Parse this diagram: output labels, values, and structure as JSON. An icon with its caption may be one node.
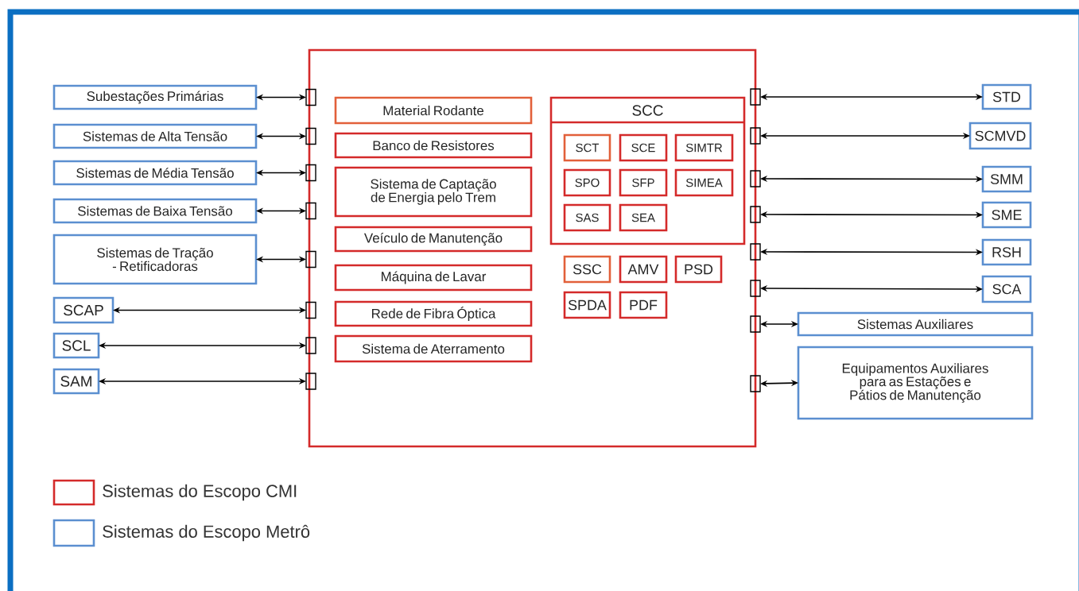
{
  "diagram": {
    "nodes": [
      {
        "text": [],
        "shape": "box"
      },
      {
        "text": [
          "Subestações Primárias"
        ]
      },
      {
        "text": [
          "Sistemas de Alta Tensão"
        ]
      },
      {
        "text": [
          "Sistemas de Média Tensão"
        ]
      },
      {
        "text": [
          "Sistemas de Baixa Tensão"
        ]
      },
      {
        "text": [
          "Sistemas de Tração - Retificadoras"
        ]
      },
      {
        "text": [
          "SCAP"
        ]
      },
      {
        "text": [
          "SCL"
        ]
      },
      {
        "text": [
          "SAM"
        ]
      },
      {
        "text": [],
        "shape": "box"
      },
      {
        "text": [],
        "shape": "box"
      },
      {
        "text": [],
        "shape": "box"
      },
      {
        "text": [],
        "shape": "box"
      },
      {
        "text": [],
        "shape": "box"
      },
      {
        "text": [],
        "shape": "box"
      },
      {
        "text": [],
        "shape": "box"
      },
      {
        "text": [],
        "shape": "box"
      },
      {
        "text": [
          "Material Rodante"
        ],
        "in": 0
      },
      {
        "text": [
          "Banco de Resistores"
        ],
        "in": 0
      },
      {
        "text": [
          "Sistema de Captação de Energia pelo Trem"
        ],
        "in": 0
      },
      {
        "text": [
          "Veículo de Manutenção"
        ],
        "in": 0
      },
      {
        "text": [
          "Máquina de Lavar"
        ],
        "in": 0
      },
      {
        "text": [
          "Rede de Fibra Óptica"
        ],
        "in": 0
      },
      {
        "text": [
          "Sistema de Aterramento"
        ],
        "in": 0
      },
      {
        "text": [
          "SCC"
        ],
        "in": 0
      },
      {
        "text": [
          "SCT"
        ],
        "in": 24
      },
      {
        "text": [
          "SCE"
        ],
        "in": 24
      },
      {
        "text": [
          "SIMTR"
        ],
        "in": 24
      },
      {
        "text": [
          "SPO"
        ],
        "in": 24
      },
      {
        "text": [
          "SFP"
        ],
        "in": 24
      },
      {
        "text": [
          "SIMEA"
        ],
        "in": 24
      },
      {
        "text": [
          "SAS"
        ],
        "in": 24
      },
      {
        "text": [
          "SEA"
        ],
        "in": 24
      },
      {
        "text": [
          "SSC"
        ],
        "in": 0
      },
      {
        "text": [
          "AMV"
        ],
        "in": 0
      },
      {
        "text": [
          "PSD"
        ],
        "in": 0
      },
      {
        "text": [
          "SPDA"
        ],
        "in": 0
      },
      {
        "text": [
          "PDF"
        ],
        "in": 0
      },
      {
        "text": [],
        "shape": "box"
      },
      {
        "text": [],
        "shape": "box"
      },
      {
        "text": [],
        "shape": "box"
      },
      {
        "text": [],
        "shape": "box"
      },
      {
        "text": [],
        "shape": "box"
      },
      {
        "text": [],
        "shape": "box"
      },
      {
        "text": [],
        "shape": "box"
      },
      {
        "text": [],
        "shape": "box"
      },
      {
        "text": [
          "STD"
        ]
      },
      {
        "text": [
          "SCMVD"
        ]
      },
      {
        "text": [
          "SMM"
        ]
      },
      {
        "text": [
          "SME"
        ]
      },
      {
        "text": [
          "RSH"
        ]
      },
      {
        "text": [
          "SCA"
        ]
      },
      {
        "text": [
          "Sistemas Auxiliares"
        ]
      },
      {
        "text": [
          "Equipamentos Auxiliares para as Estações e Pátios de Manutenção"
        ]
      }
    ],
    "edges": [
      {
        "from": 1,
        "to": 9,
        "arrow": "both"
      },
      {
        "from": 2,
        "to": 10,
        "arrow": "both"
      },
      {
        "from": 3,
        "to": 11,
        "arrow": "both"
      },
      {
        "from": 4,
        "to": 12,
        "arrow": "both"
      },
      {
        "from": 5,
        "to": 13,
        "arrow": "both"
      },
      {
        "from": 6,
        "to": 14,
        "arrow": "both"
      },
      {
        "from": 7,
        "to": 15,
        "arrow": "both"
      },
      {
        "from": 8,
        "to": 16,
        "arrow": "both"
      },
      {
        "from": 38,
        "to": 46,
        "arrow": "both"
      },
      {
        "from": 39,
        "to": 47,
        "arrow": "both"
      },
      {
        "from": 40,
        "to": 48,
        "arrow": "both"
      },
      {
        "from": 41,
        "to": 49,
        "arrow": "both"
      },
      {
        "from": 42,
        "to": 50,
        "arrow": "both"
      },
      {
        "from": 43,
        "to": 51,
        "arrow": "both"
      },
      {
        "from": 44,
        "to": 52,
        "arrow": "both"
      },
      {
        "from": 45,
        "to": 53,
        "arrow": "both"
      }
    ],
    "legend": [
      {
        "text": "Sistemas do Escopo CMI",
        "color": "#d42a2a"
      },
      {
        "text": "Sistemas do Escopo Metrô",
        "color": "#5b8fd0"
      }
    ]
  }
}
